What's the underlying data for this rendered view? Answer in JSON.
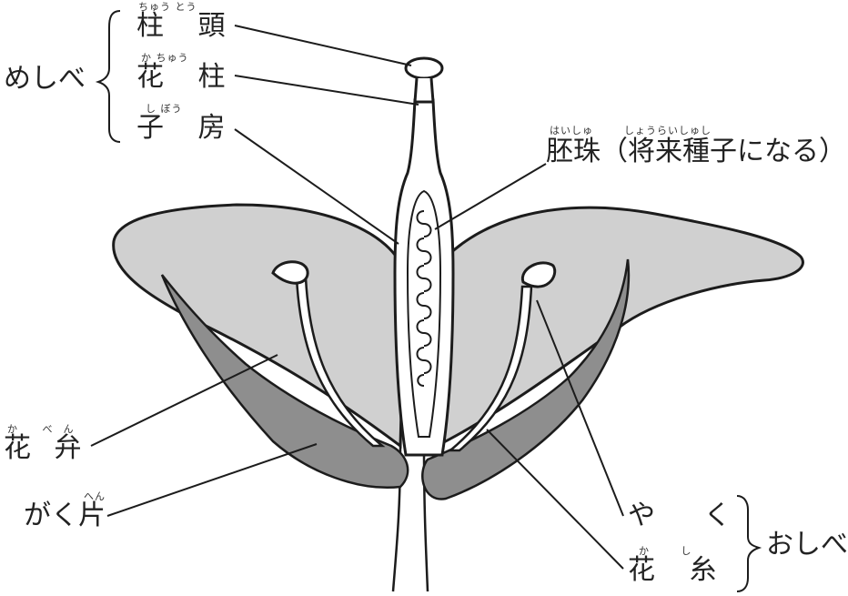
{
  "pistil_group": {
    "label": "めしべ",
    "stigma": {
      "label": "柱 頭",
      "ruby": "ちゅう とう"
    },
    "style": {
      "label": "花 柱",
      "ruby": "か ちゅう"
    },
    "ovary": {
      "label": "子 房",
      "ruby": "し ぼう"
    }
  },
  "ovule": {
    "label": "胚珠（将来種子になる）",
    "ruby_ovule": "はいしゅ",
    "ruby_future": "しょうらいしゅし"
  },
  "petal": {
    "label": "花 弁",
    "ruby": "か べん"
  },
  "sepal": {
    "label": "がく片",
    "ruby": "へん"
  },
  "stamen_group": {
    "label": "おしべ",
    "anther": {
      "label": "や く"
    },
    "filament": {
      "label": "花 糸",
      "ruby": "か し"
    }
  },
  "colors": {
    "petal": "#d0d0d0",
    "sepal": "#8e8e8e",
    "outline": "#1c1c1c"
  }
}
